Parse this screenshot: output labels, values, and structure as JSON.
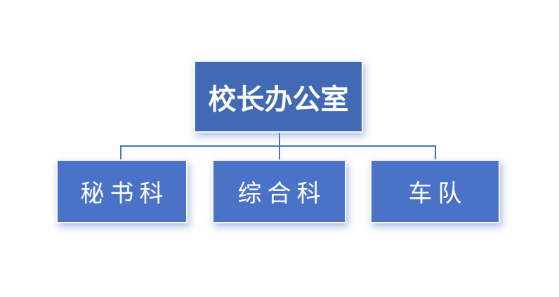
{
  "org_chart": {
    "root": {
      "label": "校长办公室"
    },
    "children": [
      {
        "label": "秘书科"
      },
      {
        "label": "综合科"
      },
      {
        "label": "车队"
      }
    ]
  },
  "colors": {
    "root_fill": "#4169b4",
    "child_fill": "#4a73c8",
    "connector": "#4472c4",
    "node_text": "#ffffff",
    "background": "#ffffff"
  }
}
